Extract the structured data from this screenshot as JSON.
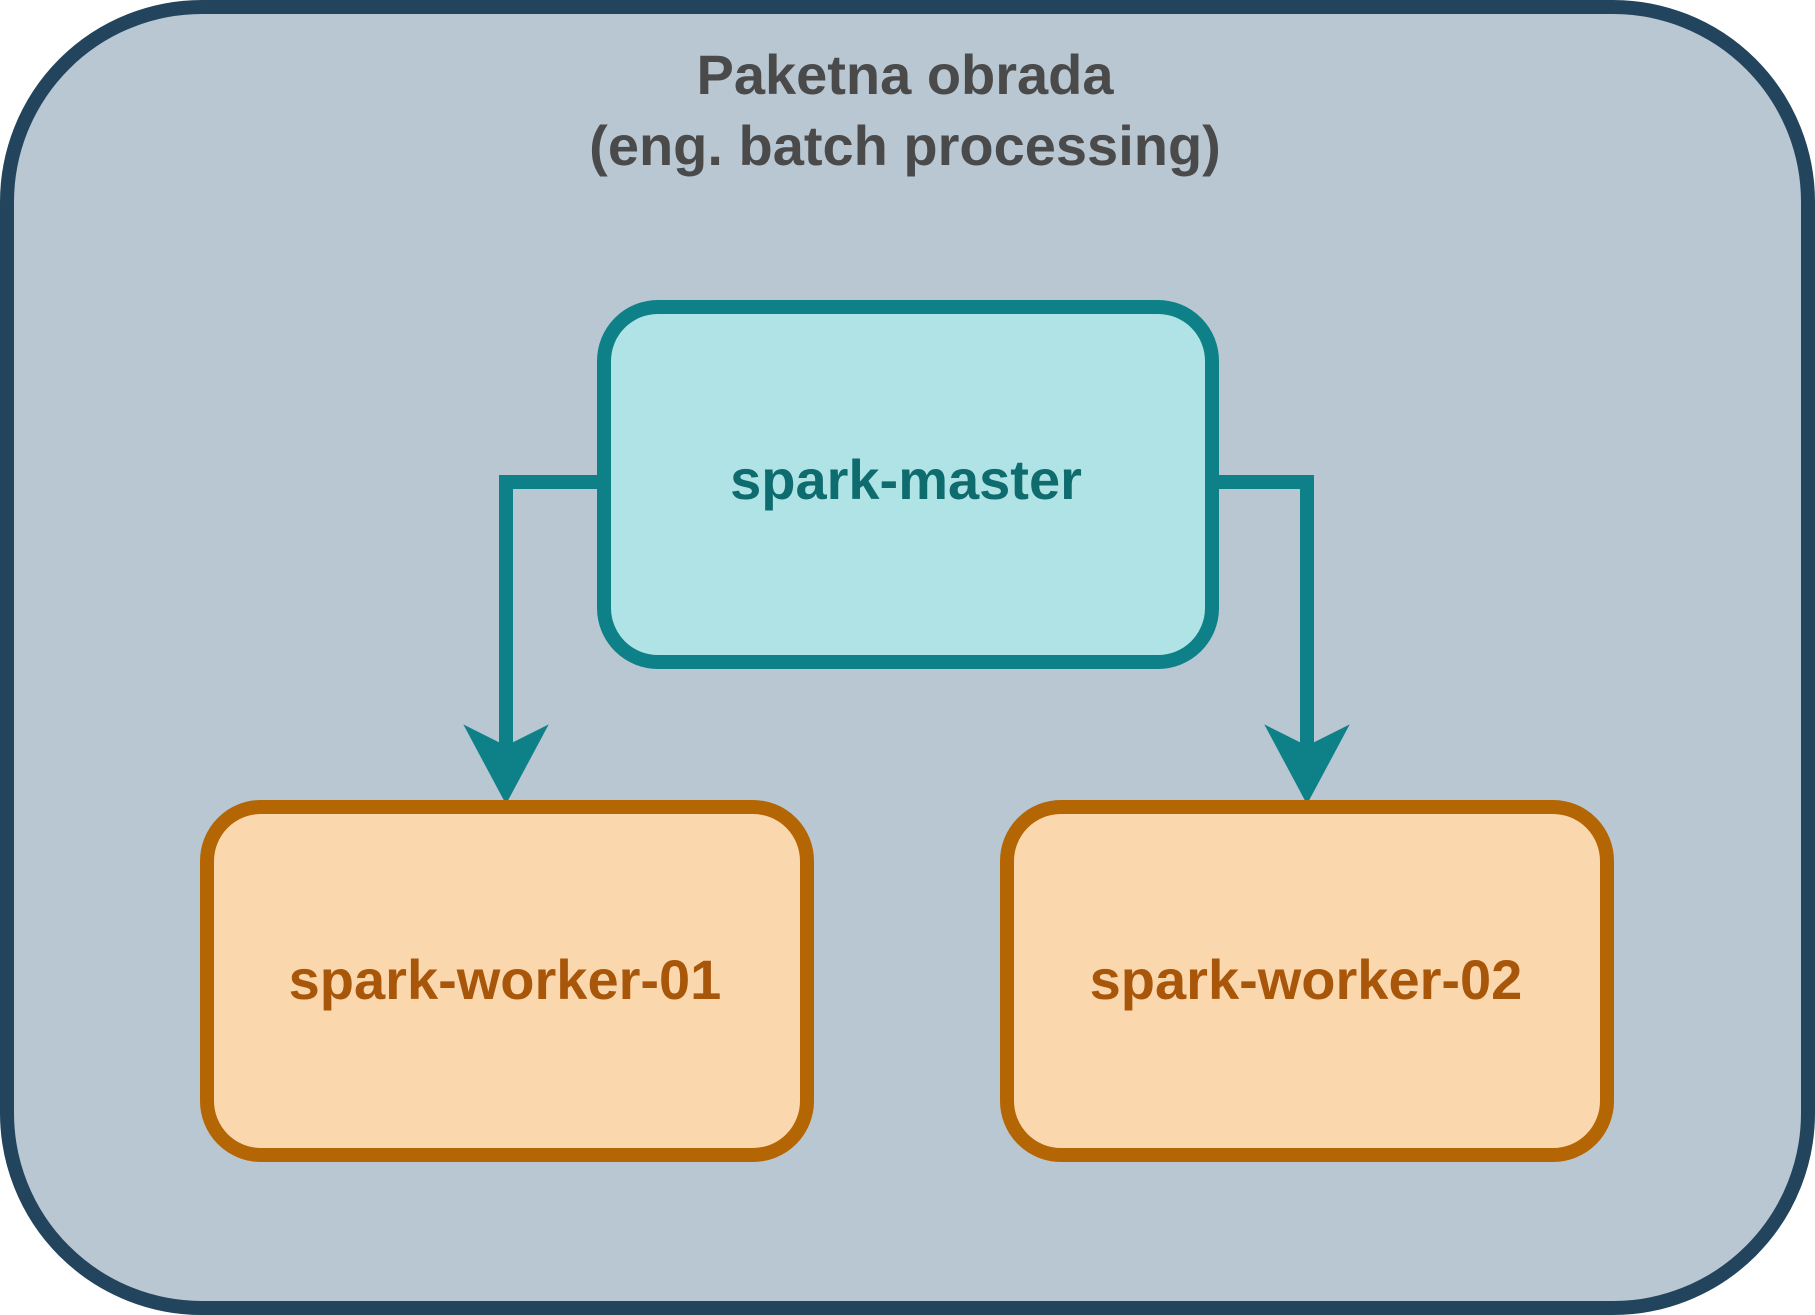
{
  "container": {
    "title_line1": "Paketna obrada",
    "title_line2": "(eng. batch processing)",
    "fill": "#b9c7d2",
    "stroke": "#23445d",
    "title_color": "#4a4a4a"
  },
  "nodes": {
    "master": {
      "label": "spark-master",
      "fill": "#b0e3e6",
      "stroke": "#0e8088",
      "text_color": "#0e6b6e"
    },
    "worker_01": {
      "label": "spark-worker-01",
      "fill": "#fad7ac",
      "stroke": "#b46504",
      "text_color": "#a8560a"
    },
    "worker_02": {
      "label": "spark-worker-02",
      "fill": "#fad7ac",
      "stroke": "#b46504",
      "text_color": "#a8560a"
    }
  },
  "edges": [
    {
      "from": "spark-master",
      "to": "spark-worker-01",
      "color": "#0e8088"
    },
    {
      "from": "spark-master",
      "to": "spark-worker-02",
      "color": "#0e8088"
    }
  ]
}
